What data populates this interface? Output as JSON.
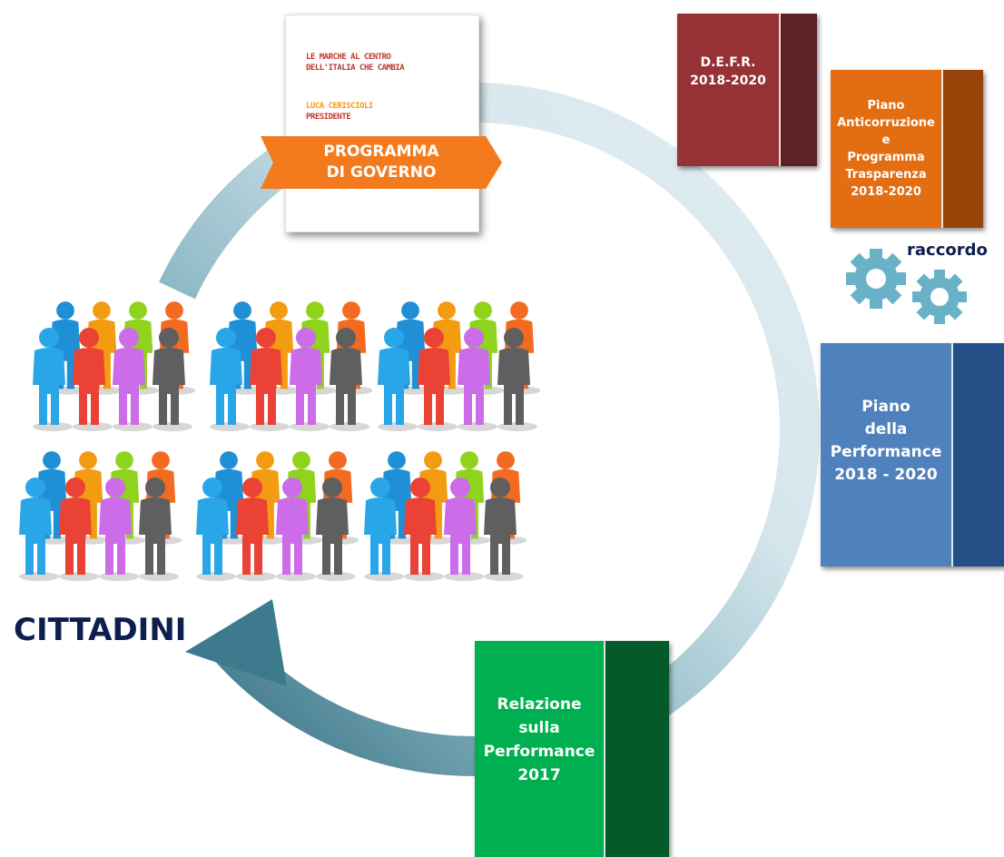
{
  "programma": {
    "title": "LE MARCHE AL CENTRO\nDELL'ITALIA CHE CAMBIA",
    "author_name": "LUCA CERISCIOLI",
    "author_role": "PRESIDENTE",
    "banner": "PROGRAMMA\nDI GOVERNO",
    "banner_color": "#f47a1e"
  },
  "defr": {
    "label": "D.E.F.R.\n2018-2020",
    "color": "#963236"
  },
  "anticorruzione": {
    "label": "Piano\nAnticorruzione\ne\nProgramma\nTrasparenza\n2018-2020",
    "color": "#e36d12"
  },
  "raccordo": {
    "label": "raccordo",
    "icon": "gears-icon",
    "color": "#68b1c6"
  },
  "performance": {
    "label": "Piano\ndella\nPerformance\n2018  -  2020",
    "color": "#4f81bd"
  },
  "relazione": {
    "label": "Relazione\nsulla\nPerformance\n2017",
    "color": "#00b050"
  },
  "cittadini": {
    "label": "CITTADINI",
    "icon": "people-crowd-icon"
  },
  "cycle": {
    "arrow_color_light": "#d7e8ee",
    "arrow_color_dark": "#3e7a8d"
  }
}
